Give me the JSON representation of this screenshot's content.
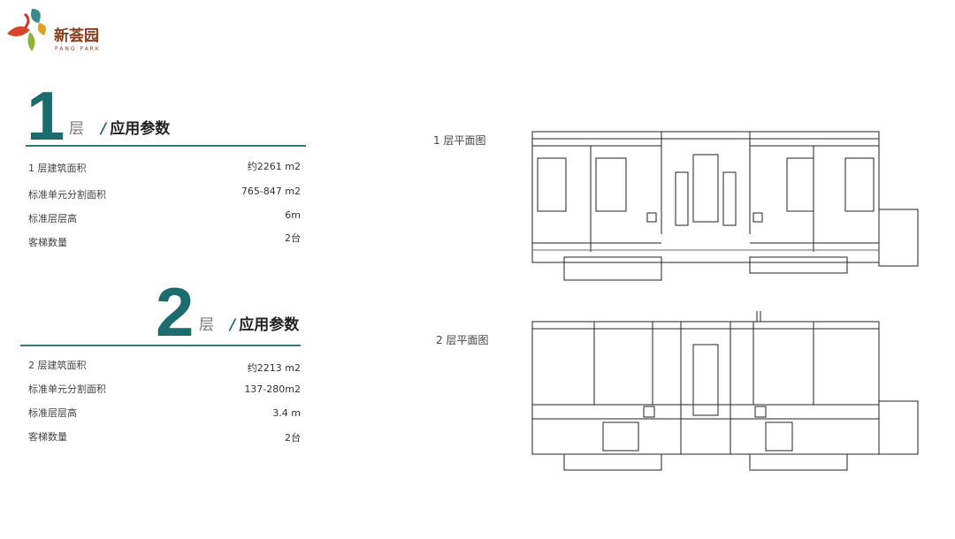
{
  "logo": {
    "name": "新荟园",
    "subtitle": "PANG PARK"
  },
  "floors": [
    {
      "number": "1",
      "unit": "层",
      "subtitle": "应用参数",
      "slash": "/",
      "rows": [
        {
          "label": "1 层建筑面积",
          "value": "约2261 m2"
        },
        {
          "label": "标准单元分割面积",
          "value": "765-847 m2"
        },
        {
          "label": "标准层层高",
          "value": "6m"
        },
        {
          "label": "客梯数量",
          "value": "2台"
        }
      ]
    },
    {
      "number": "2",
      "unit": "层",
      "subtitle": "应用参数",
      "slash": "/",
      "rows": [
        {
          "label": "2 层建筑面积",
          "value": "约2213 m2"
        },
        {
          "label": "标准单元分割面积",
          "value": "137-280m2"
        },
        {
          "label": "标准层层高",
          "value": "3.4 m"
        },
        {
          "label": "客梯数量",
          "value": "2台"
        }
      ]
    }
  ],
  "plans": [
    {
      "label": "1 层平面图"
    },
    {
      "label": "2 层平面图"
    }
  ],
  "colors": {
    "accent": "#1c6b6e"
  }
}
